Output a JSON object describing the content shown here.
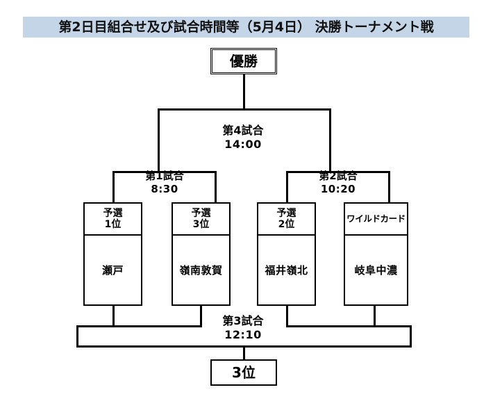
{
  "header": {
    "title": "第2日目組合せ及び試合時間等（5月4日） 決勝トーナメント戦",
    "banner_color": "#c5d5e8"
  },
  "bracket": {
    "champion_label": "優勝",
    "third_place_label": "3位",
    "matches": [
      {
        "id": "match1",
        "name": "第1試合",
        "time": "8:30"
      },
      {
        "id": "match2",
        "name": "第2試合",
        "time": "10:20"
      },
      {
        "id": "match3",
        "name": "第3試合",
        "time": "12:10"
      },
      {
        "id": "match4",
        "name": "第4試合",
        "time": "14:00"
      }
    ],
    "entries": [
      {
        "seed_line1": "予選",
        "seed_line2": "1位",
        "team": "瀬戸"
      },
      {
        "seed_line1": "予選",
        "seed_line2": "3位",
        "team": "嶺南敦賀"
      },
      {
        "seed_line1": "予選",
        "seed_line2": "2位",
        "team": "福井嶺北"
      },
      {
        "seed_line1": "ワイルドカード",
        "seed_line2": "",
        "team": "岐阜中濃"
      }
    ]
  },
  "colors": {
    "line": "#000000",
    "background": "#ffffff",
    "banner": "#c5d5e8"
  }
}
